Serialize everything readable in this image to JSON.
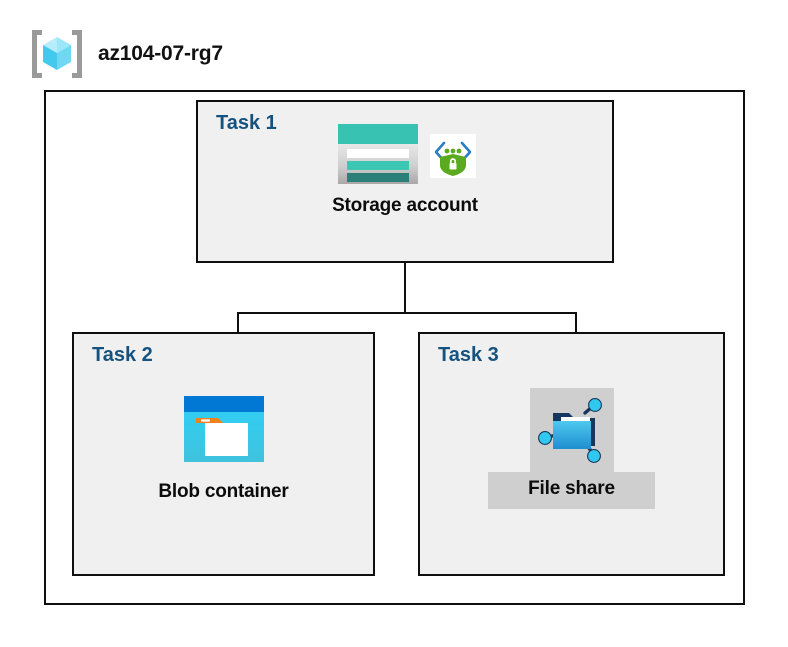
{
  "header": {
    "icon": "resource-group-cube-icon",
    "title": "az104-07-rg7"
  },
  "diagram": {
    "container_label": "",
    "tasks": [
      {
        "id": "task1",
        "label": "Task 1",
        "node_caption": "Storage account",
        "icons": [
          "storage-account-icon",
          "secure-transfer-shield-icon"
        ],
        "highlighted": false
      },
      {
        "id": "task2",
        "label": "Task 2",
        "node_caption": "Blob container",
        "icons": [
          "blob-container-icon"
        ],
        "highlighted": false
      },
      {
        "id": "task3",
        "label": "Task 3",
        "node_caption": "File share",
        "icons": [
          "file-share-icon"
        ],
        "highlighted": true
      }
    ],
    "connections": [
      {
        "from": "Storage account",
        "to": "Blob container"
      },
      {
        "from": "Storage account",
        "to": "File share"
      }
    ]
  },
  "colors": {
    "task_label": "#15527f",
    "task_box_fill": "#f0f0f0",
    "border": "#0f0f0f",
    "caption": "#0c0c0c",
    "highlight_gray": "#cfcfcf",
    "storage_teal": "#37c2b1",
    "storage_teal_dark": "#2a7f78",
    "blob_blue": "#0078d4",
    "blob_cyan": "#32c8f0",
    "blob_orange": "#f0821e",
    "shield_green": "#5aa91e",
    "cube_cyan": "#8fe4f7",
    "bracket_gray": "#9a9a9a"
  }
}
